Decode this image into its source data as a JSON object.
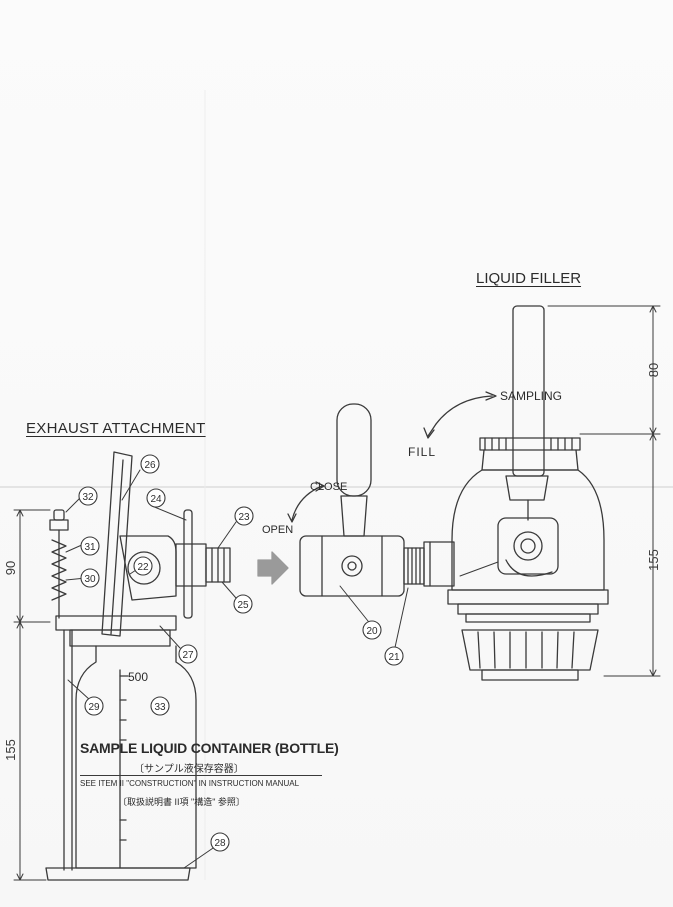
{
  "labels": {
    "liquid_filler": "LIQUID FILLER",
    "exhaust_attachment": "EXHAUST ATTACHMENT",
    "sampling": "SAMPLING",
    "fill": "FILL",
    "close": "CLOSE",
    "open": "OPEN",
    "container_title": "SAMPLE LIQUID CONTAINER (BOTTLE)",
    "container_title_jp": "〔サンプル液保存容器〕",
    "see_item": "SEE ITEM II \"CONSTRUCTION\" IN INSTRUCTION MANUAL",
    "see_item_jp": "〔取扱説明書 II項 \"構造\" 参照〕",
    "bottle_mark": "500"
  },
  "dimensions": {
    "d80": "80",
    "d155_right": "155",
    "d90": "90",
    "d155_left": "155"
  },
  "part_numbers": [
    "20",
    "21",
    "22",
    "23",
    "24",
    "25",
    "26",
    "27",
    "28",
    "29",
    "30",
    "31",
    "32",
    "33"
  ]
}
